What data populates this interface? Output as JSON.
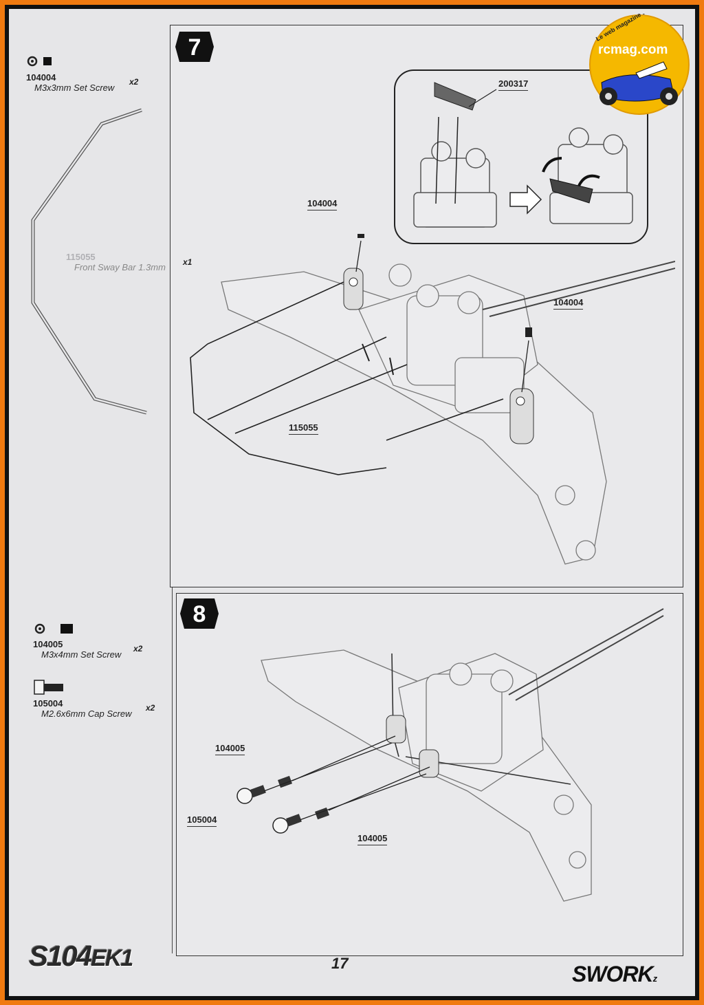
{
  "logo": {
    "site": "rcmag.com",
    "tagline": "Le web magazine du modelisme"
  },
  "step7": {
    "number": "7",
    "parts": [
      {
        "id": "104004",
        "name": "M3x3mm Set Screw",
        "qty": "x2"
      },
      {
        "id": "115055",
        "name": "Front Sway Bar 1.3mm",
        "qty": "x1"
      }
    ],
    "callouts": {
      "detail": "200317",
      "screw_left": "104004",
      "screw_right": "104004",
      "sway_bar": "115055"
    }
  },
  "step8": {
    "number": "8",
    "parts": [
      {
        "id": "104005",
        "name": "M3x4mm Set Screw",
        "qty": "x2"
      },
      {
        "id": "105004",
        "name": "M2.6x6mm Cap Screw",
        "qty": "x2"
      }
    ],
    "callouts": {
      "set_screw_top": "104005",
      "cap_screw": "105004",
      "set_screw_bottom": "104005"
    }
  },
  "footer": {
    "page": "17",
    "model": "S104",
    "model_sub": "EK1",
    "brand": "SWORK",
    "brand_suffix": "z"
  }
}
